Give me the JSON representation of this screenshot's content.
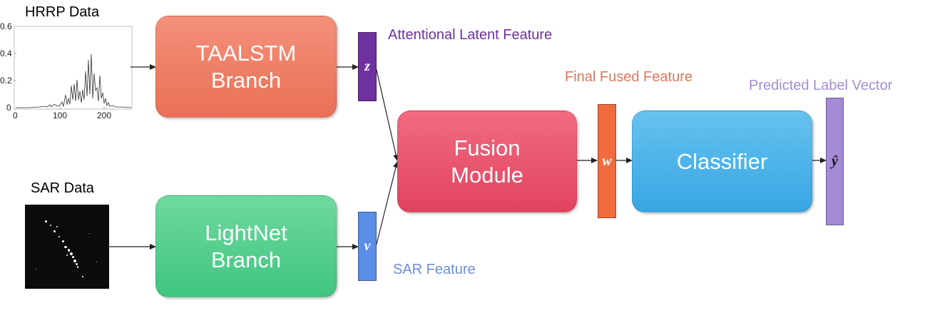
{
  "hrrp": {
    "title": "HRRP Data",
    "yticks": [
      "0.6",
      "0.4",
      "0.2",
      "0"
    ],
    "xticks": [
      "0",
      "100",
      "200"
    ]
  },
  "sar": {
    "title": "SAR Data"
  },
  "branches": {
    "taalstm": {
      "line1": "TAALSTM",
      "line2": "Branch",
      "color": "#ef7a61"
    },
    "lightnet": {
      "line1": "LightNet",
      "line2": "Branch",
      "color": "#4ecf8b"
    }
  },
  "fusion": {
    "line1": "Fusion",
    "line2": "Module",
    "color": "#e9506a"
  },
  "classifier": {
    "label": "Classifier",
    "color": "#48b0e8"
  },
  "vectors": {
    "z": {
      "symbol": "z",
      "caption": "Attentional Latent Feature",
      "color": "#7030a0",
      "caption_color": "#7030a0"
    },
    "v": {
      "symbol": "v",
      "caption": "SAR Feature",
      "color": "#5b8ee6",
      "caption_color": "#6b8fd0"
    },
    "w": {
      "symbol": "w",
      "caption": "Final Fused Feature",
      "color": "#f26b3d",
      "caption_color": "#d9785a"
    },
    "y": {
      "symbol": "ŷ",
      "caption": "Predicted Label Vector",
      "color": "#a58bd6",
      "caption_color": "#a58bd6"
    }
  }
}
